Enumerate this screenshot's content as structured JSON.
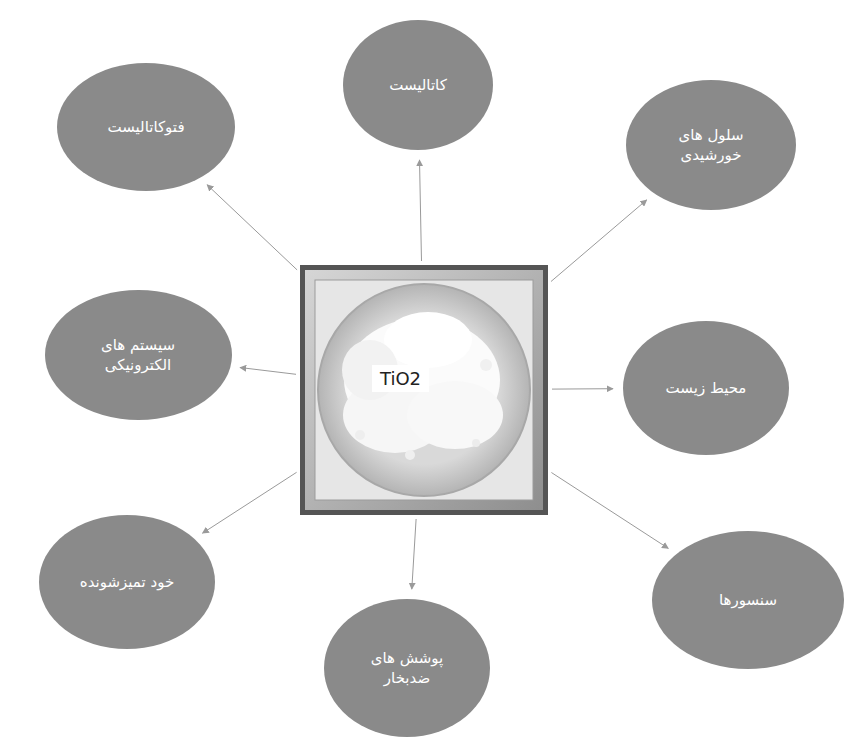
{
  "diagram": {
    "nodes": [
      {
        "text": [
          "TiO2"
        ]
      },
      {
        "text": [
          "کاتالیست"
        ]
      },
      {
        "text": [
          "فتوکاتالیست"
        ]
      },
      {
        "text": [
          "سلول های خورشیدی"
        ]
      },
      {
        "text": [
          "سیستم های الکترونیکی"
        ]
      },
      {
        "text": [
          "محیط زیست"
        ]
      },
      {
        "text": [
          "خود تمیزشونده"
        ]
      },
      {
        "text": [
          "سنسورها"
        ]
      },
      {
        "text": [
          "پوشش های ضدبخار"
        ]
      }
    ],
    "edges": [
      {
        "from": 0,
        "to": 1,
        "arrow": "to"
      },
      {
        "from": 0,
        "to": 2,
        "arrow": "to"
      },
      {
        "from": 0,
        "to": 3,
        "arrow": "to"
      },
      {
        "from": 0,
        "to": 4,
        "arrow": "to"
      },
      {
        "from": 0,
        "to": 5,
        "arrow": "to"
      },
      {
        "from": 0,
        "to": 6,
        "arrow": "to"
      },
      {
        "from": 0,
        "to": 7,
        "arrow": "to"
      },
      {
        "from": 0,
        "to": 8,
        "arrow": "to"
      }
    ]
  }
}
